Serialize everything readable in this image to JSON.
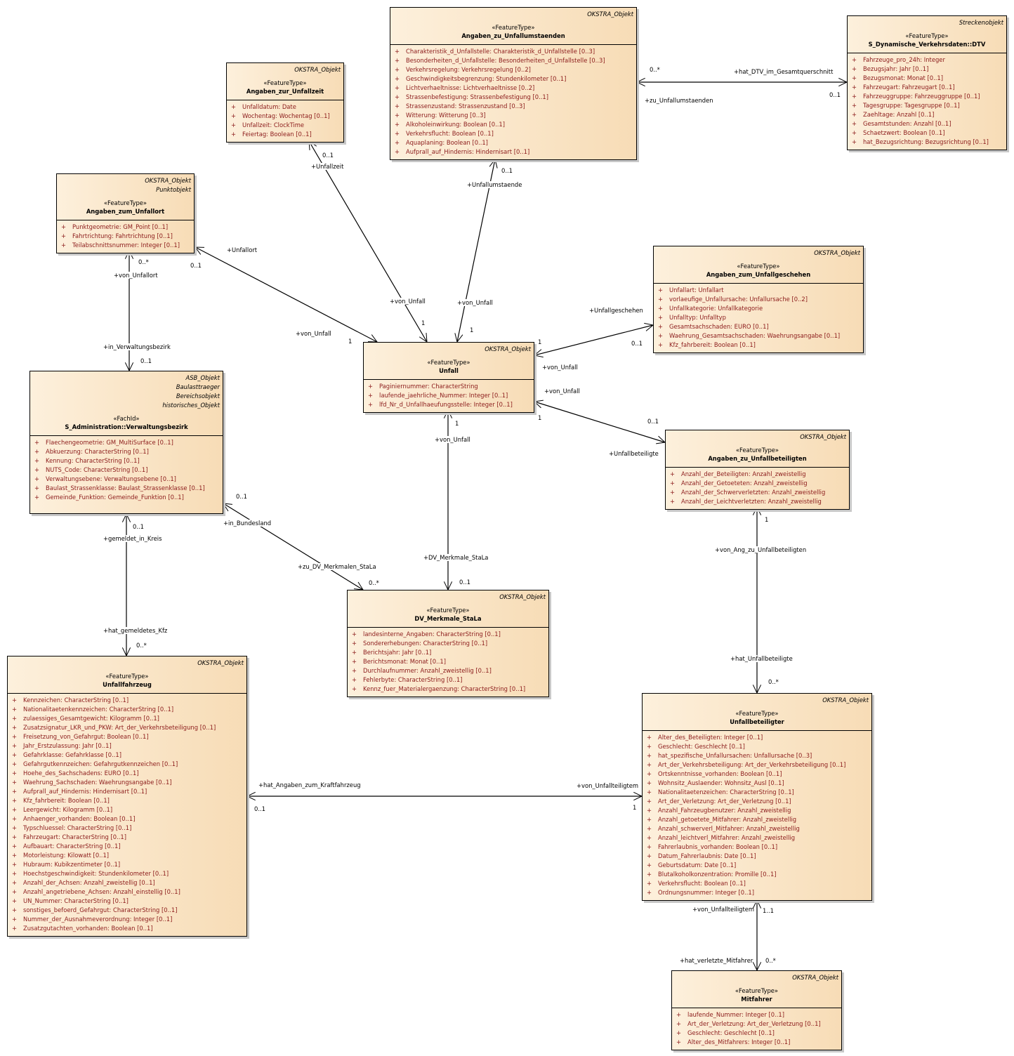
{
  "diagram": {
    "classes": {
      "unfallumstaende": {
        "parents": [
          "OKSTRA_Objekt"
        ],
        "stereotype": "«FeatureType»",
        "name": "Angaben_zu_Unfallumstaenden",
        "attributes": [
          "Charakteristik_d_Unfallstelle: Charakteristik_d_Unfallstelle [0..3]",
          "Besonderheiten_d_Unfallstelle: Besonderheiten_d_Unfallstelle [0..3]",
          "Verkehrsregelung: Verkehrsregelung [0..2]",
          "Geschwindigkeitsbegrenzung: Stundenkilometer [0..1]",
          "Lichtverhaeltnisse: Lichtverhaeltnisse [0..2]",
          "Strassenbefestigung: Strassenbefestigung [0..1]",
          "Strassenzustand: Strassenzustand [0..3]",
          "Witterung: Witterung [0..3]",
          "Alkoholeinwirkung: Boolean [0..1]",
          "Verkehrsflucht: Boolean [0..1]",
          "Aquaplaning: Boolean [0..1]",
          "Aufprall_auf_Hindernis: Hindernisart [0..1]"
        ]
      },
      "dtv": {
        "parents": [
          "Streckenobjekt"
        ],
        "stereotype": "«FeatureType»",
        "name": "S_Dynamische_Verkehrsdaten::DTV",
        "attributes": [
          "Fahrzeuge_pro_24h: Integer",
          "Bezugsjahr: Jahr [0..1]",
          "Bezugsmonat: Monat [0..1]",
          "Fahrzeugart: Fahrzeugart [0..1]",
          "Fahrzeuggruppe: Fahrzeuggruppe [0..1]",
          "Tagesgruppe: Tagesgruppe [0..1]",
          "Zaehltage: Anzahl [0..1]",
          "Gesamtstunden: Anzahl [0..1]",
          "Schaetzwert: Boolean [0..1]",
          "hat_Bezugsrichtung: Bezugsrichtung [0..1]"
        ]
      },
      "unfallzeit": {
        "parents": [
          "OKSTRA_Objekt"
        ],
        "stereotype": "«FeatureType»",
        "name": "Angaben_zur_Unfallzeit",
        "attributes": [
          "Unfalldatum: Date",
          "Wochentag: Wochentag [0..1]",
          "Unfallzeit: ClockTime",
          "Feiertag: Boolean [0..1]"
        ]
      },
      "unfallort": {
        "parents": [
          "OKSTRA_Objekt",
          "Punktobjekt"
        ],
        "stereotype": "«FeatureType»",
        "name": "Angaben_zum_Unfallort",
        "attributes": [
          "Punktgeometrie: GM_Point [0..1]",
          "Fahrtrichtung: Fahrtrichtung [0..1]",
          "Teilabschnittsnummer: Integer [0..1]"
        ]
      },
      "unfallgeschehen": {
        "parents": [
          "OKSTRA_Objekt"
        ],
        "stereotype": "«FeatureType»",
        "name": "Angaben_zum_Unfallgeschehen",
        "attributes": [
          "Unfallart: Unfallart",
          "vorlaeufige_Unfallursache: Unfallursache [0..2]",
          "Unfallkategorie: Unfallkategorie",
          "Unfalltyp: Unfalltyp",
          "Gesamtsachschaden: EURO [0..1]",
          "Waehrung_Gesamtsachschaden: Waehrungsangabe [0..1]",
          "Kfz_fahrbereit: Boolean [0..1]"
        ]
      },
      "unfall": {
        "parents": [
          "OKSTRA_Objekt"
        ],
        "stereotype": "«FeatureType»",
        "name": "Unfall",
        "attributes": [
          "Paginiernummer: CharacterString",
          "laufende_jaehrliche_Nummer: Integer [0..1]",
          "lfd_Nr_d_Unfallhaeufungsstelle: Integer [0..1]"
        ]
      },
      "verwaltungsbezirk": {
        "parents": [
          "ASB_Objekt",
          "Baulasttraeger",
          "Bereichsobjekt",
          "historisches_Objekt"
        ],
        "stereotype": "«FachId»",
        "name": "S_Administration::Verwaltungsbezirk",
        "attributes": [
          "Flaechengeometrie: GM_MultiSurface [0..1]",
          "Abkuerzung: CharacterString [0..1]",
          "Kennung: CharacterString [0..1]",
          "NUTS_Code: CharacterString [0..1]",
          "Verwaltungsebene: Verwaltungsebene [0..1]",
          "Baulast_Strassenklasse: Baulast_Strassenklasse [0..1]",
          "Gemeinde_Funktion: Gemeinde_Funktion [0..1]"
        ]
      },
      "unfallbeteiligten_angaben": {
        "parents": [
          "OKSTRA_Objekt"
        ],
        "stereotype": "«FeatureType»",
        "name": "Angaben_zu_Unfallbeteiligten",
        "attributes": [
          "Anzahl_der_Beteiligten: Anzahl_zweistellig",
          "Anzahl_der_Getoeteten: Anzahl_zweistellig",
          "Anzahl_der_Schwerverletzten: Anzahl_zweistellig",
          "Anzahl_der_Leichtverletzten: Anzahl_zweistellig"
        ]
      },
      "dv_merkmale": {
        "parents": [
          "OKSTRA_Objekt"
        ],
        "stereotype": "«FeatureType»",
        "name": "DV_Merkmale_StaLa",
        "attributes": [
          "landesinterne_Angaben: CharacterString [0..1]",
          "Sondererhebungen: CharacterString [0..1]",
          "Berichtsjahr: Jahr [0..1]",
          "Berichtsmonat: Monat [0..1]",
          "Durchlaufnummer: Anzahl_zweistellig [0..1]",
          "Fehlerbyte: CharacterString [0..1]",
          "Kennz_fuer_Materialergaenzung: CharacterString [0..1]"
        ]
      },
      "unfallfahrzeug": {
        "parents": [
          "OKSTRA_Objekt"
        ],
        "stereotype": "«FeatureType»",
        "name": "Unfallfahrzeug",
        "attributes": [
          "Kennzeichen: CharacterString [0..1]",
          "Nationalitaetenkennzeichen: CharacterString [0..1]",
          "zulaessiges_Gesamtgewicht: Kilogramm [0..1]",
          "Zusatzsignatur_LKR_und_PKW: Art_der_Verkehrsbeteiligung [0..1]",
          "Freisetzung_von_Gefahrgut: Boolean [0..1]",
          "Jahr_Erstzulassung: Jahr [0..1]",
          "Gefahrklasse: Gefahrklasse [0..1]",
          "Gefahrgutkennzeichen: Gefahrgutkennzeichen [0..1]",
          "Hoehe_des_Sachschadens: EURO [0..1]",
          "Waehrung_Sachschaden: Waehrungsangabe [0..1]",
          "Aufprall_auf_Hindernis: Hindernisart [0..1]",
          "Kfz_fahrbereit: Boolean [0..1]",
          "Leergewicht: Kilogramm [0..1]",
          "Anhaenger_vorhanden: Boolean [0..1]",
          "Typschluessel: CharacterString [0..1]",
          "Fahrzeugart: CharacterString [0..1]",
          "Aufbauart: CharacterString [0..1]",
          "Motorleistung: Kilowatt [0..1]",
          "Hubraum: Kubikzentimeter [0..1]",
          "Hoechstgeschwindigkeit: Stundenkilometer [0..1]",
          "Anzahl_der_Achsen: Anzahl_zweistellig [0..1]",
          "Anzahl_angetriebene_Achsen: Anzahl_einstellig [0..1]",
          "UN_Nummer: CharacterString [0..1]",
          "sonstiges_befoerd_Gefahrgut: CharacterString [0..1]",
          "Nummer_der_Ausnahmeverordnung: Integer [0..1]",
          "Zusatzgutachten_vorhanden: Boolean [0..1]"
        ]
      },
      "unfallbeteiligter": {
        "parents": [
          "OKSTRA_Objekt"
        ],
        "stereotype": "«FeatureType»",
        "name": "Unfallbeteiligter",
        "attributes": [
          "Alter_des_Beteiligten: Integer [0..1]",
          "Geschlecht: Geschlecht [0..1]",
          "hat_spezifische_Unfallursachen: Unfallursache [0..3]",
          "Art_der_Verkehrsbeteiligung: Art_der_Verkehrsbeteiligung [0..1]",
          "Ortskenntnisse_vorhanden: Boolean [0..1]",
          "Wohnsitz_Auslaender: Wohnsitz_Ausl [0..1]",
          "Nationalitaetenzeichen: CharacterString [0..1]",
          "Art_der_Verletzung: Art_der_Verletzung [0..1]",
          "Anzahl_Fahrzeugbenutzer: Anzahl_zweistellig",
          "Anzahl_getoetete_Mitfahrer: Anzahl_zweistellig",
          "Anzahl_schwerverl_Mitfahrer: Anzahl_zweistellig",
          "Anzahl_leichtverl_Mitfahrer: Anzahl_zweistellig",
          "Fahrerlaubnis_vorhanden: Boolean [0..1]",
          "Datum_Fahrerlaubnis: Date [0..1]",
          "Geburtsdatum: Date [0..1]",
          "Blutalkoholkonzentration: Promille [0..1]",
          "Verkehrsflucht: Boolean [0..1]",
          "Ordnungsnummer: Integer [0..1]"
        ]
      },
      "mitfahrer": {
        "parents": [
          "OKSTRA_Objekt"
        ],
        "stereotype": "«FeatureType»",
        "name": "Mitfahrer",
        "attributes": [
          "laufende_Nummer: Integer [0..1]",
          "Art_der_Verletzung: Art_der_Verletzung [0..1]",
          "Geschlecht: Geschlecht [0..1]",
          "Alter_des_Mitfahrers: Integer [0..1]"
        ]
      }
    },
    "visibility_symbol": "+",
    "associations": [
      {
        "id": "dtv",
        "role_a": "+zu_Unfallumstaenden",
        "mult_a": "0..*",
        "role_b": "+hat_DTV_im_Gesamtquerschnitt",
        "mult_b": "0..1"
      },
      {
        "id": "unfallzeit",
        "role_a": "+von_Unfall",
        "mult_a": "1",
        "role_b": "+Unfallzeit",
        "mult_b": "0..1"
      },
      {
        "id": "unfallumstaende",
        "role_a": "+von_Unfall",
        "mult_a": "1",
        "role_b": "+Unfallumstaende",
        "mult_b": "0..1"
      },
      {
        "id": "unfallort",
        "role_a": "+von_Unfall",
        "mult_a": "1",
        "role_b": "+Unfallort",
        "mult_b": "0..1"
      },
      {
        "id": "unfallgeschehen",
        "role_a": "+von_Unfall",
        "mult_a": "1",
        "role_b": "+Unfallgeschehen",
        "mult_b": "0..1"
      },
      {
        "id": "unfallbeteiligte",
        "role_a": "+von_Unfall",
        "mult_a": "1",
        "role_b": "+Unfallbeteiligte",
        "mult_b": "0..1"
      },
      {
        "id": "dv_merkmale",
        "role_a": "+von_Unfall",
        "mult_a": "1",
        "role_b": "+DV_Merkmale_StaLa",
        "mult_b": "0..1"
      },
      {
        "id": "verwaltungsbezirk",
        "role_a": "+von_Unfallort",
        "mult_a": "0..*",
        "role_b": "+in_Verwaltungsbezirk",
        "mult_b": "0..1"
      },
      {
        "id": "bundesland",
        "role_a": "+in_Bundesland",
        "mult_a": "0..1",
        "role_b": "+zu_DV_Merkmalen_StaLa",
        "mult_b": "0..*"
      },
      {
        "id": "kfz",
        "role_a": "+gemeldet_in_Kreis",
        "mult_a": "0..1",
        "role_b": "+hat_gemeldetes_Kfz",
        "mult_b": "0..*"
      },
      {
        "id": "beteiligte",
        "role_a": "+von_Ang_zu_Unfallbeteiligten",
        "mult_a": "1",
        "role_b": "+hat_Unfallbeteiligte",
        "mult_b": "0..*"
      },
      {
        "id": "kraftfahrzeug",
        "role_a": "+hat_Angaben_zum_Kraftfahrzeug",
        "mult_a": "0..1",
        "role_b": "+von_Unfallteiligtem",
        "mult_b": "1"
      },
      {
        "id": "mitfahrer",
        "role_a": "+von_Unfallteiligtem",
        "mult_a": "1..1",
        "role_b": "+hat_verletzte_Mitfahrer",
        "mult_b": "0..*"
      }
    ]
  }
}
